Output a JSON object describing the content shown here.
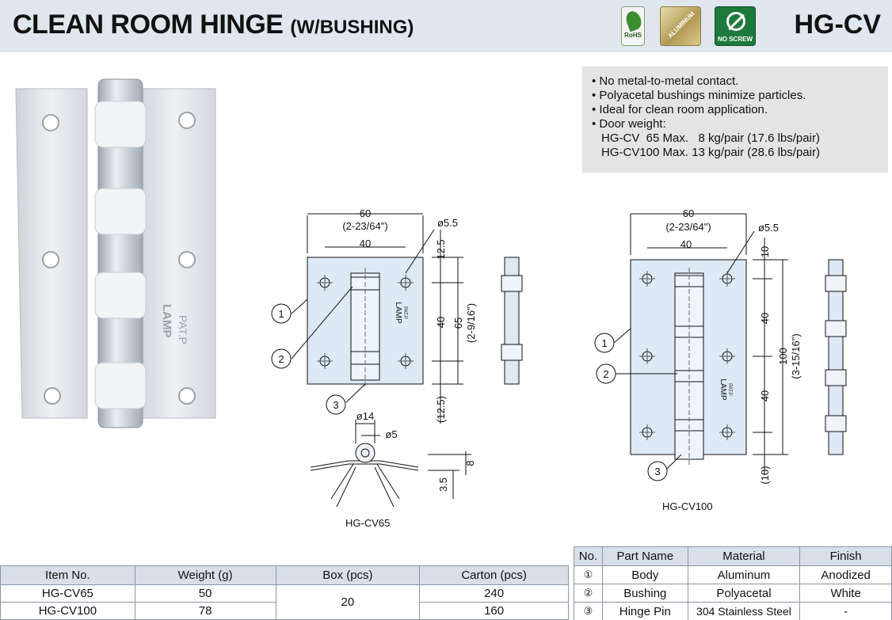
{
  "header": {
    "title": "CLEAN ROOM HINGE",
    "subtitle": "(W/BUSHING)",
    "code": "HG-CV",
    "badges": [
      {
        "icon": "rohs-icon",
        "label": "RoHS"
      },
      {
        "icon": "aluminum-icon",
        "label": "ALUMINUM"
      },
      {
        "icon": "no-screw-icon",
        "label": "NO SCREW"
      }
    ]
  },
  "features": {
    "items": [
      "• No metal-to-metal contact.",
      "• Polyacetal bushings minimize particles.",
      "• Ideal for clean room application.",
      "• Door weight:"
    ],
    "weights": [
      "HG-CV  65 Max.   8 kg/pair (17.6 lbs/pair)",
      "HG-CV100 Max. 13 kg/pair (28.6 lbs/pair)"
    ]
  },
  "photo": {
    "stamp1": "LAMP",
    "stamp2": "PAT.P"
  },
  "drawing65": {
    "caption": "HG-CV65",
    "dim_width": "60",
    "dim_width_in": "(2-23/64\")",
    "dim_hole_span": "40",
    "dim_hole": "ø5.5",
    "dim_top": "12.5",
    "dim_mid": "40",
    "dim_height": "65",
    "dim_height_in": "(2-9/16\")",
    "dim_bottom": "(12.5)",
    "dim_knuckle": "ø14",
    "dim_pin": "ø5",
    "dim_thick": "8",
    "dim_leaf": "3.5",
    "callouts": [
      "1",
      "2",
      "3"
    ],
    "stamp": "LAMP",
    "stamp_small": "PAT.P"
  },
  "drawing100": {
    "caption": "HG-CV100",
    "dim_width": "60",
    "dim_width_in": "(2-23/64\")",
    "dim_hole_span": "40",
    "dim_hole": "ø5.5",
    "dim_top": "10",
    "dim_mid1": "40",
    "dim_mid2": "40",
    "dim_height": "100",
    "dim_height_in": "(3-15/16\")",
    "dim_bottom": "(10)",
    "callouts": [
      "1",
      "2",
      "3"
    ],
    "stamp": "LAMP",
    "stamp_small": "PAT.P"
  },
  "spec_table": {
    "headers": [
      "Item No.",
      "Weight (g)",
      "Box (pcs)",
      "Carton (pcs)"
    ],
    "rows": [
      {
        "item": "HG-CV65",
        "weight": "50",
        "carton": "240"
      },
      {
        "item": "HG-CV100",
        "weight": "78",
        "carton": "160"
      }
    ],
    "box": "20"
  },
  "parts_table": {
    "headers": [
      "No.",
      "Part Name",
      "Material",
      "Finish"
    ],
    "rows": [
      {
        "no": "①",
        "name": "Body",
        "material": "Aluminum",
        "finish": "Anodized"
      },
      {
        "no": "②",
        "name": "Bushing",
        "material": "Polyacetal",
        "finish": "White"
      },
      {
        "no": "③",
        "name": "Hinge Pin",
        "material": "304 Stainless Steel",
        "finish": "-"
      }
    ]
  },
  "colors": {
    "header_bg": "#dfe6ee",
    "drawing_fill": "#dde9f5",
    "table_header": "#d8dfe8"
  }
}
